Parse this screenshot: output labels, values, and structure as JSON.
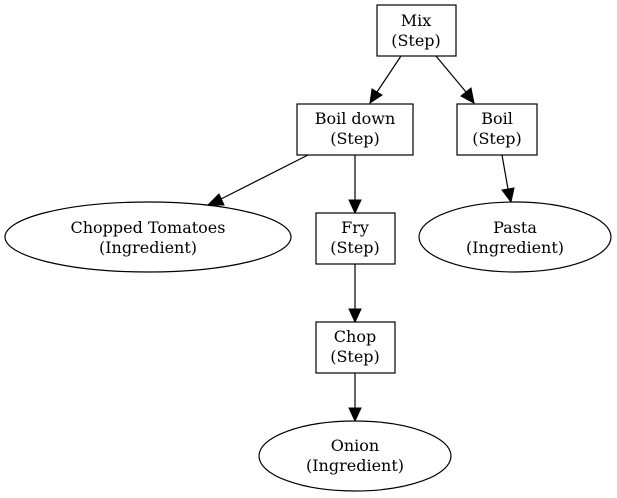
{
  "nodes": {
    "mix": {
      "label": "Mix",
      "kind": "(Step)",
      "shape": "box"
    },
    "boil_down": {
      "label": "Boil down",
      "kind": "(Step)",
      "shape": "box"
    },
    "boil": {
      "label": "Boil",
      "kind": "(Step)",
      "shape": "box"
    },
    "tomatoes": {
      "label": "Chopped Tomatoes",
      "kind": "(Ingredient)",
      "shape": "ellipse"
    },
    "fry": {
      "label": "Fry",
      "kind": "(Step)",
      "shape": "box"
    },
    "pasta": {
      "label": "Pasta",
      "kind": "(Ingredient)",
      "shape": "ellipse"
    },
    "chop": {
      "label": "Chop",
      "kind": "(Step)",
      "shape": "box"
    },
    "onion": {
      "label": "Onion",
      "kind": "(Ingredient)",
      "shape": "ellipse"
    }
  },
  "edges": [
    {
      "from": "mix",
      "to": "boil_down"
    },
    {
      "from": "mix",
      "to": "boil"
    },
    {
      "from": "boil_down",
      "to": "tomatoes"
    },
    {
      "from": "boil_down",
      "to": "fry"
    },
    {
      "from": "boil",
      "to": "pasta"
    },
    {
      "from": "fry",
      "to": "chop"
    },
    {
      "from": "chop",
      "to": "onion"
    }
  ],
  "colors": {
    "stroke": "#000000",
    "fill": "#ffffff",
    "text": "#000000"
  }
}
